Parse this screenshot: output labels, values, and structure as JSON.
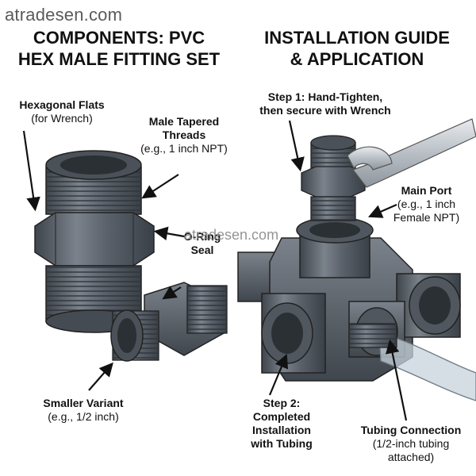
{
  "watermark": "atradesen.com",
  "left_panel": {
    "title_line1": "COMPONENTS: PVC",
    "title_line2": "HEX MALE FITTING SET",
    "hex_flats": {
      "title": "Hexagonal Flats",
      "sub": "(for Wrench)"
    },
    "male_threads": {
      "title_line1": "Male Tapered",
      "title_line2": "Threads",
      "sub": "(e.g., 1 inch NPT)"
    },
    "oring": {
      "title_line1": "O-Ring",
      "title_line2": "Seal"
    },
    "smaller": {
      "title": "Smaller Variant",
      "sub": "(e.g., 1/2 inch)"
    }
  },
  "right_panel": {
    "title_line1": "INSTALLATION GUIDE",
    "title_line2": "& APPLICATION",
    "step1": {
      "line1": "Step 1: Hand-Tighten,",
      "line2": "then secure with Wrench"
    },
    "main_port": {
      "title": "Main Port",
      "sub1": "(e.g., 1 inch",
      "sub2": "Female NPT)"
    },
    "step2": {
      "line1": "Step 2:",
      "line2": "Completed",
      "line3": "Installation",
      "line4": "with Tubing"
    },
    "tubing": {
      "title": "Tubing Connection",
      "sub1": "(1/2-inch tubing",
      "sub2": "attached)"
    }
  }
}
